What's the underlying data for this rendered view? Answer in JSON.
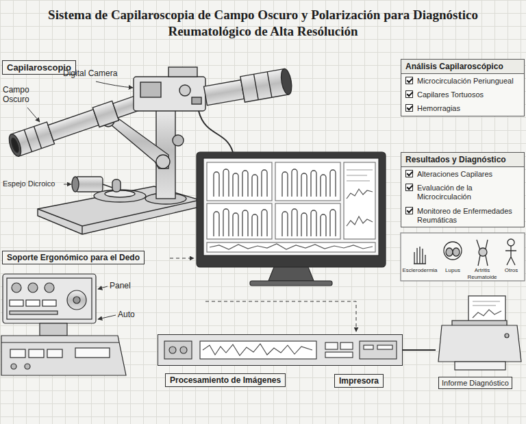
{
  "diagram": {
    "title": "Sistema de Capilaroscopia de Campo Oscuro y Polarización para Diagnóstico Reumatológico de Alta Resólución",
    "nodes": [
      {
        "text": [
          "Capilaroscopio"
        ]
      },
      {
        "text": [
          "Soporte Ergonómico para el Dedo"
        ]
      },
      {
        "text": [
          "Análisis Capilaroscópico",
          "Microcirculación Periungueal",
          "Capilares Tortuosos",
          "Hemorragias"
        ]
      },
      {
        "text": [
          "Resultados y Diagnóstico",
          "Alteraciones Capilares",
          "Evaluación de la Microcirculación",
          "Monitoreo de Enfermedades Reumáticas"
        ]
      },
      {
        "text": [
          "Procesamiento de Imágenes"
        ]
      },
      {
        "text": [
          "Impresora"
        ]
      },
      {
        "text": [
          "Informe Diagnóstico"
        ]
      }
    ],
    "edges": [
      {
        "from": 4,
        "to": 6,
        "arrow": "none"
      }
    ],
    "labels": [
      "Digital Camera",
      "Campo Oscuro",
      "Espejo Dicroico",
      "Panel",
      "Auto",
      "Esclerodermia",
      "Lupus",
      "Artritis Reumatoide",
      "Otros"
    ]
  }
}
